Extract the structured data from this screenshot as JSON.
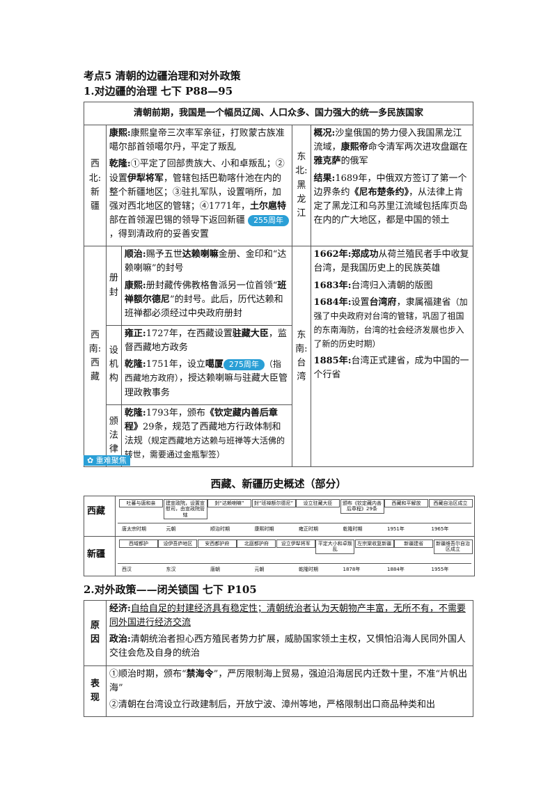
{
  "heading1": "考点5 清朝的边疆治理和对外政策",
  "heading2": "1.对边疆的治理 七下 P88—95",
  "table1": {
    "header": "清朝前期，我国是一个幅员辽阔、人口众多、国力强大的统一多民族国家",
    "xb_label": "西北:新疆",
    "xb_kx_name": "康熙:",
    "xb_kx_text": "康熙皇帝三次率军亲征，打败蒙古族准噶尔部首领噶尔丹，平定了叛乱",
    "xb_ql_name": "乾隆:",
    "xb_ql_text1": "①平定了回部贵族大、小和卓叛乱；②设置",
    "xb_ql_b1": "伊犁将军",
    "xb_ql_text2": "，管辖包括巴勒喀什池在内的整个新疆地区；③驻扎军队，设置哨所，加强对西北地区的管辖；④1771年，",
    "xb_ql_b2": "土尔扈特",
    "xb_ql_text3": "部在首领渥巴锡的领导下返回新疆",
    "xb_badge": "255周年",
    "xb_ql_text4": "，得到清政府的妥善安置",
    "db_label": "东北:黑龙江",
    "db_gk_name": "概况:",
    "db_gk_text1": "沙皇俄国的势力侵入我国黑龙江流域，",
    "db_gk_b1": "康熙帝",
    "db_gk_text2": "命令清军两次进攻盘踞在",
    "db_gk_b2": "雅克萨",
    "db_gk_text3": "的俄军",
    "db_jg_name": "结果:",
    "db_jg_text1": "1689年，中俄双方签订了第一个边界条约",
    "db_jg_b1": "《尼布楚条约》",
    "db_jg_text2": "，从法律上肯定了黑龙江和乌苏里江流域包括库页岛在内的广大地区，都是中国的领土",
    "xn_label": "西南:西藏",
    "cf_label": "册封",
    "cf_sz_name": "顺治:",
    "cf_sz_text1": "赐予五世",
    "cf_sz_b1": "达赖喇嘛",
    "cf_sz_text2": "金册、金印和“达赖喇嘛”的封号",
    "cf_kx_name": "康熙:",
    "cf_kx_text1": "册封藏传佛教格鲁派另一位首领“",
    "cf_kx_b1": "班禅额尔德尼",
    "cf_kx_text2": "”的封号。此后，历代达赖和班禅都必须经过中央政府册封",
    "sj_label": "设机构",
    "sj_yz_name": "雍正:",
    "sj_yz_text1": "1727年，在西藏设置",
    "sj_yz_b1": "驻藏大臣",
    "sj_yz_text2": "，监督西藏地方政务",
    "sj_ql_name": "乾隆:",
    "sj_ql_text1": "1751年，设立",
    "sj_ql_b1": "噶厦",
    "sj_badge": "275周年",
    "sj_ql_note": "（指西藏地方政府）",
    "sj_ql_text2": "，授达赖喇嘛与驻藏大臣管理政教事务",
    "bf_label": "颁法律",
    "bf_ql_name": "乾隆:",
    "bf_ql_text1": "1793年，颁布",
    "bf_ql_b1": "《钦定藏内善后章程》",
    "bf_ql_text2": "29条，规范了西藏地方行政体制和法规",
    "bf_ql_note": "（规定西藏地方达赖与班禅等大活佛的转世，需要通过金瓶掣签）",
    "dn_label": "东南:台湾",
    "dn_1662_name": "1662年:",
    "dn_1662_b": "郑成功",
    "dn_1662_text": "从荷兰殖民者手中收复台湾，是我国历史上的民族英雄",
    "dn_1683_name": "1683年:",
    "dn_1683_text": "台湾归入清朝的版图",
    "dn_1684_name": "1684年:",
    "dn_1684_text1": "设置",
    "dn_1684_b": "台湾府",
    "dn_1684_text2": "，隶属福建省",
    "dn_1684_note": "（加强了中央政府对台湾的管辖，巩固了祖国的东南海防，台湾的社会经济发展也步入了新的历史时期）",
    "dn_1885_name": "1885年:",
    "dn_1885_text": "台湾正式建省，成为中国的一个行省"
  },
  "focus_tag": "重难聚焦",
  "timeline_title": "西藏、新疆历史概述（部分）",
  "timeline": {
    "xz_label": "西藏",
    "xj_label": "新疆",
    "xz_boxes": [
      "吐蕃与唐和亲",
      "建宣政院，设置宣慰司，由宣政院管辖",
      "封“达赖喇嘛”",
      "封“班禅额尔德尼”",
      "设立驻藏大臣",
      "颁布《钦定藏内善后章程》29条",
      "西藏和平解放",
      "西藏自治区成立"
    ],
    "xz_ticks": [
      "唐太宗时期",
      "元朝",
      "顺治时期",
      "康熙时期",
      "雍正时期",
      "乾隆时期",
      "1951年",
      "1965年"
    ],
    "xj_boxes": [
      "西域都护",
      "设伊吾庐地区",
      "安西都护府",
      "北庭都护府",
      "设立伊犁将军",
      "平定大小和卓叛乱",
      "左宗棠收复新疆",
      "新疆建省",
      "新疆维吾尔自治区成立"
    ],
    "xj_ticks": [
      "西汉",
      "东汉",
      "唐朝",
      "元朝",
      "乾隆时期",
      "1878年",
      "1884年",
      "1955年"
    ]
  },
  "heading3": "2.对外政策——闭关锁国 七下 P105",
  "table2": {
    "r1_label": "原因",
    "r1_jj_name": "经济:",
    "r1_jj_text": "自给自足的封建经济具有稳定性；清朝统治者认为天朝物产丰富，无所不有，不需要同外国进行经济交流",
    "r1_zz_name": "政治:",
    "r1_zz_text": "清朝统治者担心西方殖民者势力扩展，威胁国家领土主权，又惧怕沿海人民同外国人交往会危及自身的统治",
    "r2_label": "表现",
    "r2_p1_text1": "①顺治时期，颁布“",
    "r2_p1_b": "禁海令",
    "r2_p1_text2": "”，严厉限制海上贸易，强迫沿海居民内迁数十里，不准“片帆出海”",
    "r2_p2_text": "②清朝在台湾设立行政建制后，开放宁波、漳州等地，严格限制出口商品种类和出"
  },
  "colors": {
    "badge": "#2a9fd6",
    "focus": "#2a9fd6"
  }
}
